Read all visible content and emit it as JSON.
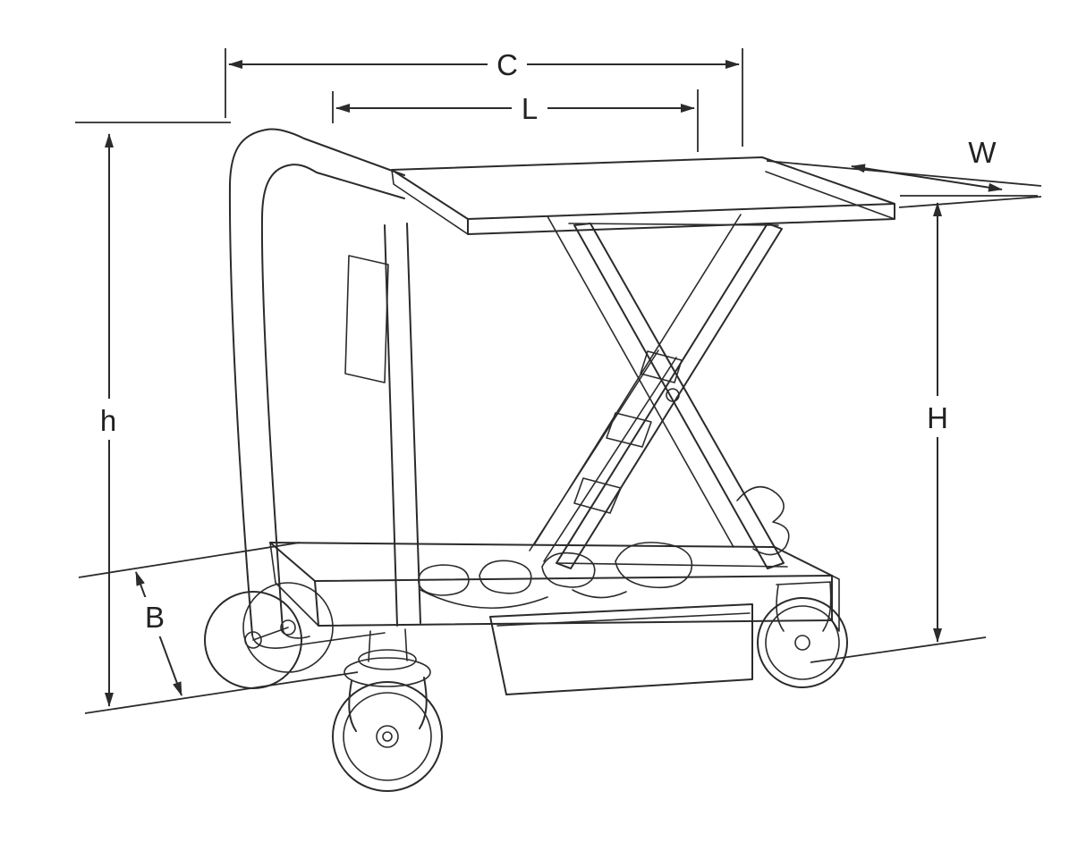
{
  "diagram": {
    "background_color": "#ffffff",
    "line_color": "#2b2b2b",
    "subject": "scissor-lift-table-cart-dimension-drawing",
    "labels": {
      "c": "C",
      "l": "L",
      "w": "W",
      "h_small": "h",
      "h_capital": "H",
      "b": "B"
    }
  }
}
